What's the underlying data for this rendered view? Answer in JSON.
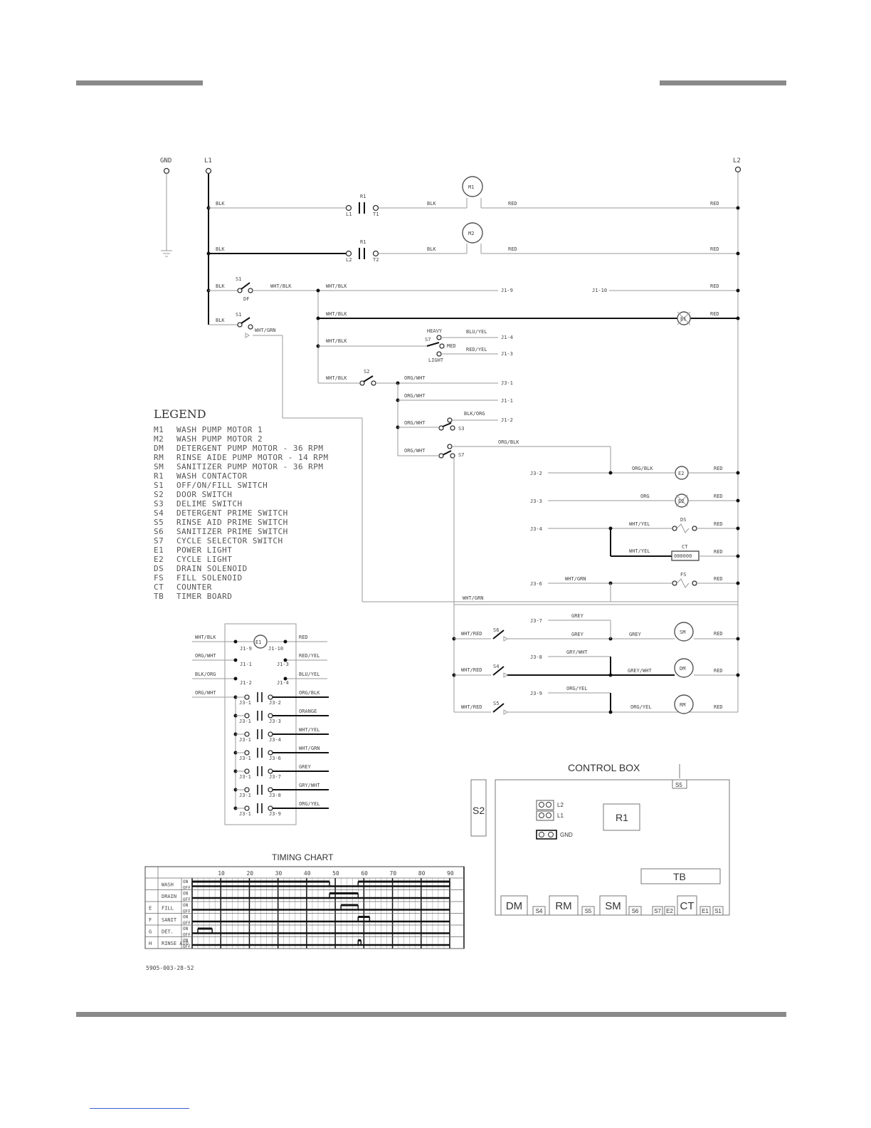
{
  "header": {
    "accent_color": "#8a8a8a"
  },
  "rails": {
    "gnd": "GND",
    "l1": "L1",
    "l2": "L2"
  },
  "wire": {
    "blk": "BLK",
    "red": "RED",
    "whtblk": "WHT/BLK",
    "whtgrn": "WHT/GRN",
    "bluyel": "BLU/YEL",
    "redyel": "RED/YEL",
    "orgwht": "ORG/WHT",
    "blkorg": "BLK/ORG",
    "orgblk": "ORG/BLK",
    "org": "ORG",
    "whtyel": "WHT/YEL",
    "grey": "GREY",
    "grywht": "GRY/WHT",
    "greywht": "GREY/WHT",
    "orgyel": "ORG/YEL",
    "whtred": "WHT/RED",
    "orange": "ORANGE"
  },
  "comp": {
    "r1": "R1",
    "m1": "M1",
    "m2": "M2",
    "s1": "S1",
    "s2": "S2",
    "s3": "S3",
    "s4": "S4",
    "s5": "S5",
    "s6": "S6",
    "s7": "S7",
    "e1": "E1",
    "e2": "E2",
    "ds": "DS",
    "fs": "FS",
    "ct": "CT",
    "sm": "SM",
    "dm": "DM",
    "rm": "RM",
    "tb": "TB",
    "l1t": "L1",
    "t1": "T1",
    "l2t": "L2",
    "t2": "T2",
    "df": "DF",
    "heavy": "HEAVY",
    "med": "MED",
    "light": "LIGHT"
  },
  "term": {
    "j1_1": "J1-1",
    "j1_2": "J1-2",
    "j1_3": "J1-3",
    "j1_4": "J1-4",
    "j1_9": "J1-9",
    "j1_10": "J1-10",
    "j3_1": "J3-1",
    "j3_2": "J3-2",
    "j3_3": "J3-3",
    "j3_4": "J3-4",
    "j3_6": "J3-6",
    "j3_7": "J3-7",
    "j3_8": "J3-8",
    "j3_9": "J3-9"
  },
  "legend": {
    "title": "LEGEND",
    "items": [
      {
        "code": "M1",
        "desc": "WASH PUMP MOTOR 1"
      },
      {
        "code": "M2",
        "desc": "WASH PUMP MOTOR 2"
      },
      {
        "code": "DM",
        "desc": "DETERGENT PUMP MOTOR - 36 RPM"
      },
      {
        "code": "RM",
        "desc": "RINSE AIDE PUMP MOTOR - 14 RPM"
      },
      {
        "code": "SM",
        "desc": "SANITIZER PUMP MOTOR - 36 RPM"
      },
      {
        "code": "R1",
        "desc": "WASH CONTACTOR"
      },
      {
        "code": "S1",
        "desc": "OFF/ON/FILL SWITCH"
      },
      {
        "code": "S2",
        "desc": "DOOR SWITCH"
      },
      {
        "code": "S3",
        "desc": "DELIME SWITCH"
      },
      {
        "code": "S4",
        "desc": "DETERGENT PRIME SWITCH"
      },
      {
        "code": "S5",
        "desc": "RINSE AID PRIME SWITCH"
      },
      {
        "code": "S6",
        "desc": "SANITIZER PRIME SWITCH"
      },
      {
        "code": "S7",
        "desc": "CYCLE SELECTOR SWITCH"
      },
      {
        "code": "E1",
        "desc": "POWER LIGHT"
      },
      {
        "code": "E2",
        "desc": "CYCLE LIGHT"
      },
      {
        "code": "DS",
        "desc": "DRAIN SOLENOID"
      },
      {
        "code": "FS",
        "desc": "FILL SOLENOID"
      },
      {
        "code": "CT",
        "desc": "COUNTER"
      },
      {
        "code": "TB",
        "desc": "TIMER BOARD"
      }
    ]
  },
  "control_box": {
    "title": "CONTROL BOX",
    "s2": "S2",
    "s5": "S5",
    "l2": "L2",
    "l1": "L1",
    "gnd": "GND",
    "r1": "R1",
    "tb": "TB",
    "bottom": [
      "DM",
      "S4",
      "RM",
      "S5",
      "SM",
      "S6",
      "S7",
      "E2",
      "CT",
      "E1",
      "S1"
    ]
  },
  "timing_chart": {
    "title": "TIMING CHART",
    "ticks": [
      "10",
      "20",
      "30",
      "40",
      "50",
      "60",
      "70",
      "80",
      "90"
    ],
    "on": "ON",
    "off": "OFF",
    "rows": [
      {
        "key": "",
        "label": "WASH",
        "on": [
          [
            0,
            48
          ],
          [
            58,
            90
          ]
        ]
      },
      {
        "key": "",
        "label": "DRAIN",
        "on": [
          [
            48,
            58
          ]
        ]
      },
      {
        "key": "E",
        "label": "FILL",
        "on": [
          [
            52,
            58
          ]
        ]
      },
      {
        "key": "F",
        "label": "SANIT",
        "on": [
          [
            58,
            62
          ]
        ]
      },
      {
        "key": "G",
        "label": "DET.",
        "on": [
          [
            2,
            7
          ]
        ]
      },
      {
        "key": "H",
        "label": "RINSE AID",
        "on": [
          [
            58,
            59
          ]
        ]
      }
    ]
  },
  "drawing_number": "5905-003-28-52"
}
